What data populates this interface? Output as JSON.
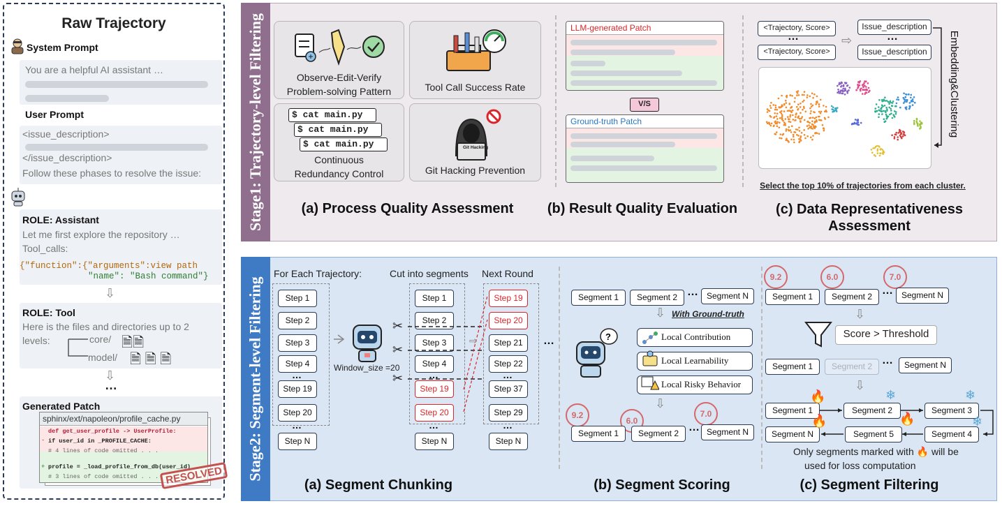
{
  "raw": {
    "title": "Raw Trajectory",
    "system_prompt": "System Prompt",
    "system_text": "You are a helpful AI assistant …",
    "user_prompt": "User Prompt",
    "user_lines": [
      "<issue_description>",
      "</issue_description>",
      "Follow these phases to resolve the issue:"
    ],
    "assistant_role": "ROLE: Assistant",
    "assistant_line1": "Let me first explore the repository …",
    "assistant_line2": "Tool_calls:",
    "code_line1_a": "{\"function\":{\"arguments\":view path",
    "code_line2": "\"name\": \"Bash command\"}",
    "tool_role": "ROLE: Tool",
    "tool_line1": "Here is the files and directories up to 2",
    "tool_line2": "levels:",
    "tree_core": "core/",
    "tree_model": "model/",
    "ellipsis": "…",
    "patch_title": "Generated Patch",
    "patch_file": "sphinx/ext/napoleon/profile_cache.py",
    "patch_lines": [
      "def get_user_profile -> UserProfile:",
      "    if user_id in _PROFILE_CACHE:",
      "        # 4 lines of code omitted . . .",
      "    profile = _load_profile_from_db(user_id)",
      "        # 3 lines of code omitted . . ."
    ],
    "patch_markers": [
      "-",
      "+"
    ],
    "resolved": "RESOLVED"
  },
  "stage1": {
    "label": "Stage1: Trajectory-level Filtering",
    "cards": [
      {
        "label_lines": [
          "Observe-Edit-Verify",
          "Problem-solving Pattern"
        ]
      },
      {
        "label_lines": [
          "Tool Call Success Rate"
        ]
      },
      {
        "label_lines": [
          "Continuous",
          "Redundancy Control"
        ]
      },
      {
        "label_lines": [
          "Git Hacking Prevention"
        ]
      }
    ],
    "cat_cmd": "$ cat main.py",
    "git_sign": "Git Hacking",
    "llm_patch": "LLM-generated Patch",
    "gt_patch": "Ground-truth Patch",
    "vs": "V/S",
    "traj_score": "<Trajectory, Score>",
    "issue_desc": "Issue_description",
    "dots": "…",
    "embed_label": "Embedding&Clustering",
    "select_text": "Select the top 10% of trajectories from each cluster.",
    "titles": [
      "(a) Process Quality Assessment",
      "(b) Result Quality Evaluation",
      "(c) Data Representativeness Assessment"
    ]
  },
  "stage2": {
    "label": "Stage2: Segment-level Filtering",
    "for_each": "For Each Trajectory:",
    "cut": "Cut into segments",
    "next_round": "Next Round",
    "steps_a": [
      "Step 1",
      "Step 2",
      "Step 3",
      "Step 4",
      "Step 19",
      "Step 20",
      "Step N"
    ],
    "steps_b": [
      "Step 1",
      "Step 2",
      "Step 3",
      "Step 4",
      "Step 19",
      "Step 20",
      "Step N"
    ],
    "steps_c": [
      "Step 19",
      "Step 20",
      "Step 21",
      "Step 22",
      "Step 37",
      "Step 29",
      "Step N"
    ],
    "window": "Window_size =20",
    "segments": [
      "Segment 1",
      "Segment 2",
      "Segment N"
    ],
    "with_gt": "With Ground-truth",
    "criteria": [
      "Local Contribution",
      "Local Learnability",
      "Local Risky Behavior"
    ],
    "scores": [
      "9.2",
      "6.0",
      "7.0"
    ],
    "threshold": "Score > Threshold",
    "flow_segments": [
      "Segment 1",
      "Segment 2",
      "Segment 3",
      "Segment N",
      "Segment 5",
      "Segment 4"
    ],
    "only_note_a": "Only segments marked with",
    "only_note_b": "will be",
    "only_note_c": "used for loss computation",
    "titles": [
      "(a) Segment Chunking",
      "(b) Segment Scoring",
      "(c) Segment Filtering"
    ]
  },
  "colors": {
    "stage1_side": "#8f6f8d",
    "stage2_side": "#3e7bc4",
    "step_red": "#d9262b",
    "stamp": "#d4686b"
  }
}
